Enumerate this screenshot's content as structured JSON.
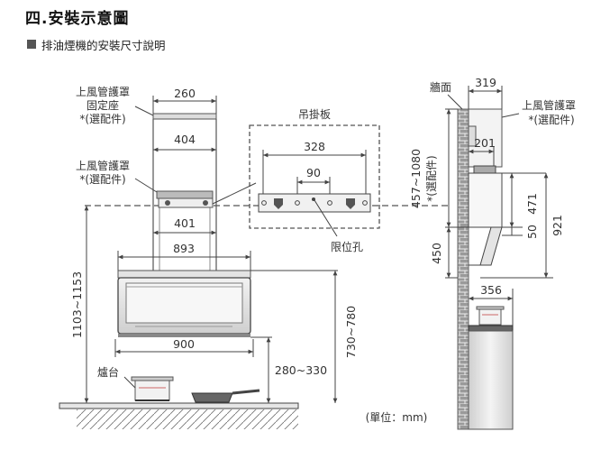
{
  "title": "四.安裝示意圖",
  "subtitle": "排油煙機的安裝尺寸說明",
  "labels": {
    "cover_mount_1": "上風管護罩",
    "cover_mount_2": "固定座",
    "cover_mount_3": "*(選配件)",
    "cover_1": "上風管護罩",
    "cover_2": "*(選配件)",
    "bracket": "吊掛板",
    "limit_hole": "限位孔",
    "stove": "爐台",
    "wall": "牆面",
    "side_cover_1": "上風管護罩",
    "side_cover_2": "*(選配件)",
    "unit": "(單位：mm)"
  },
  "dims": {
    "d260": "260",
    "d404": "404",
    "d401": "401",
    "d893": "893",
    "d900": "900",
    "d328": "328",
    "d90": "90",
    "d1103": "1103~1153",
    "d730": "730~780",
    "d280": "280~330",
    "d319": "319",
    "d201": "201",
    "d457_a": "457~1080",
    "d457_b": "*(選配件)",
    "d450": "450",
    "d471": "471",
    "d50": "50",
    "d921": "921",
    "d356": "356"
  }
}
